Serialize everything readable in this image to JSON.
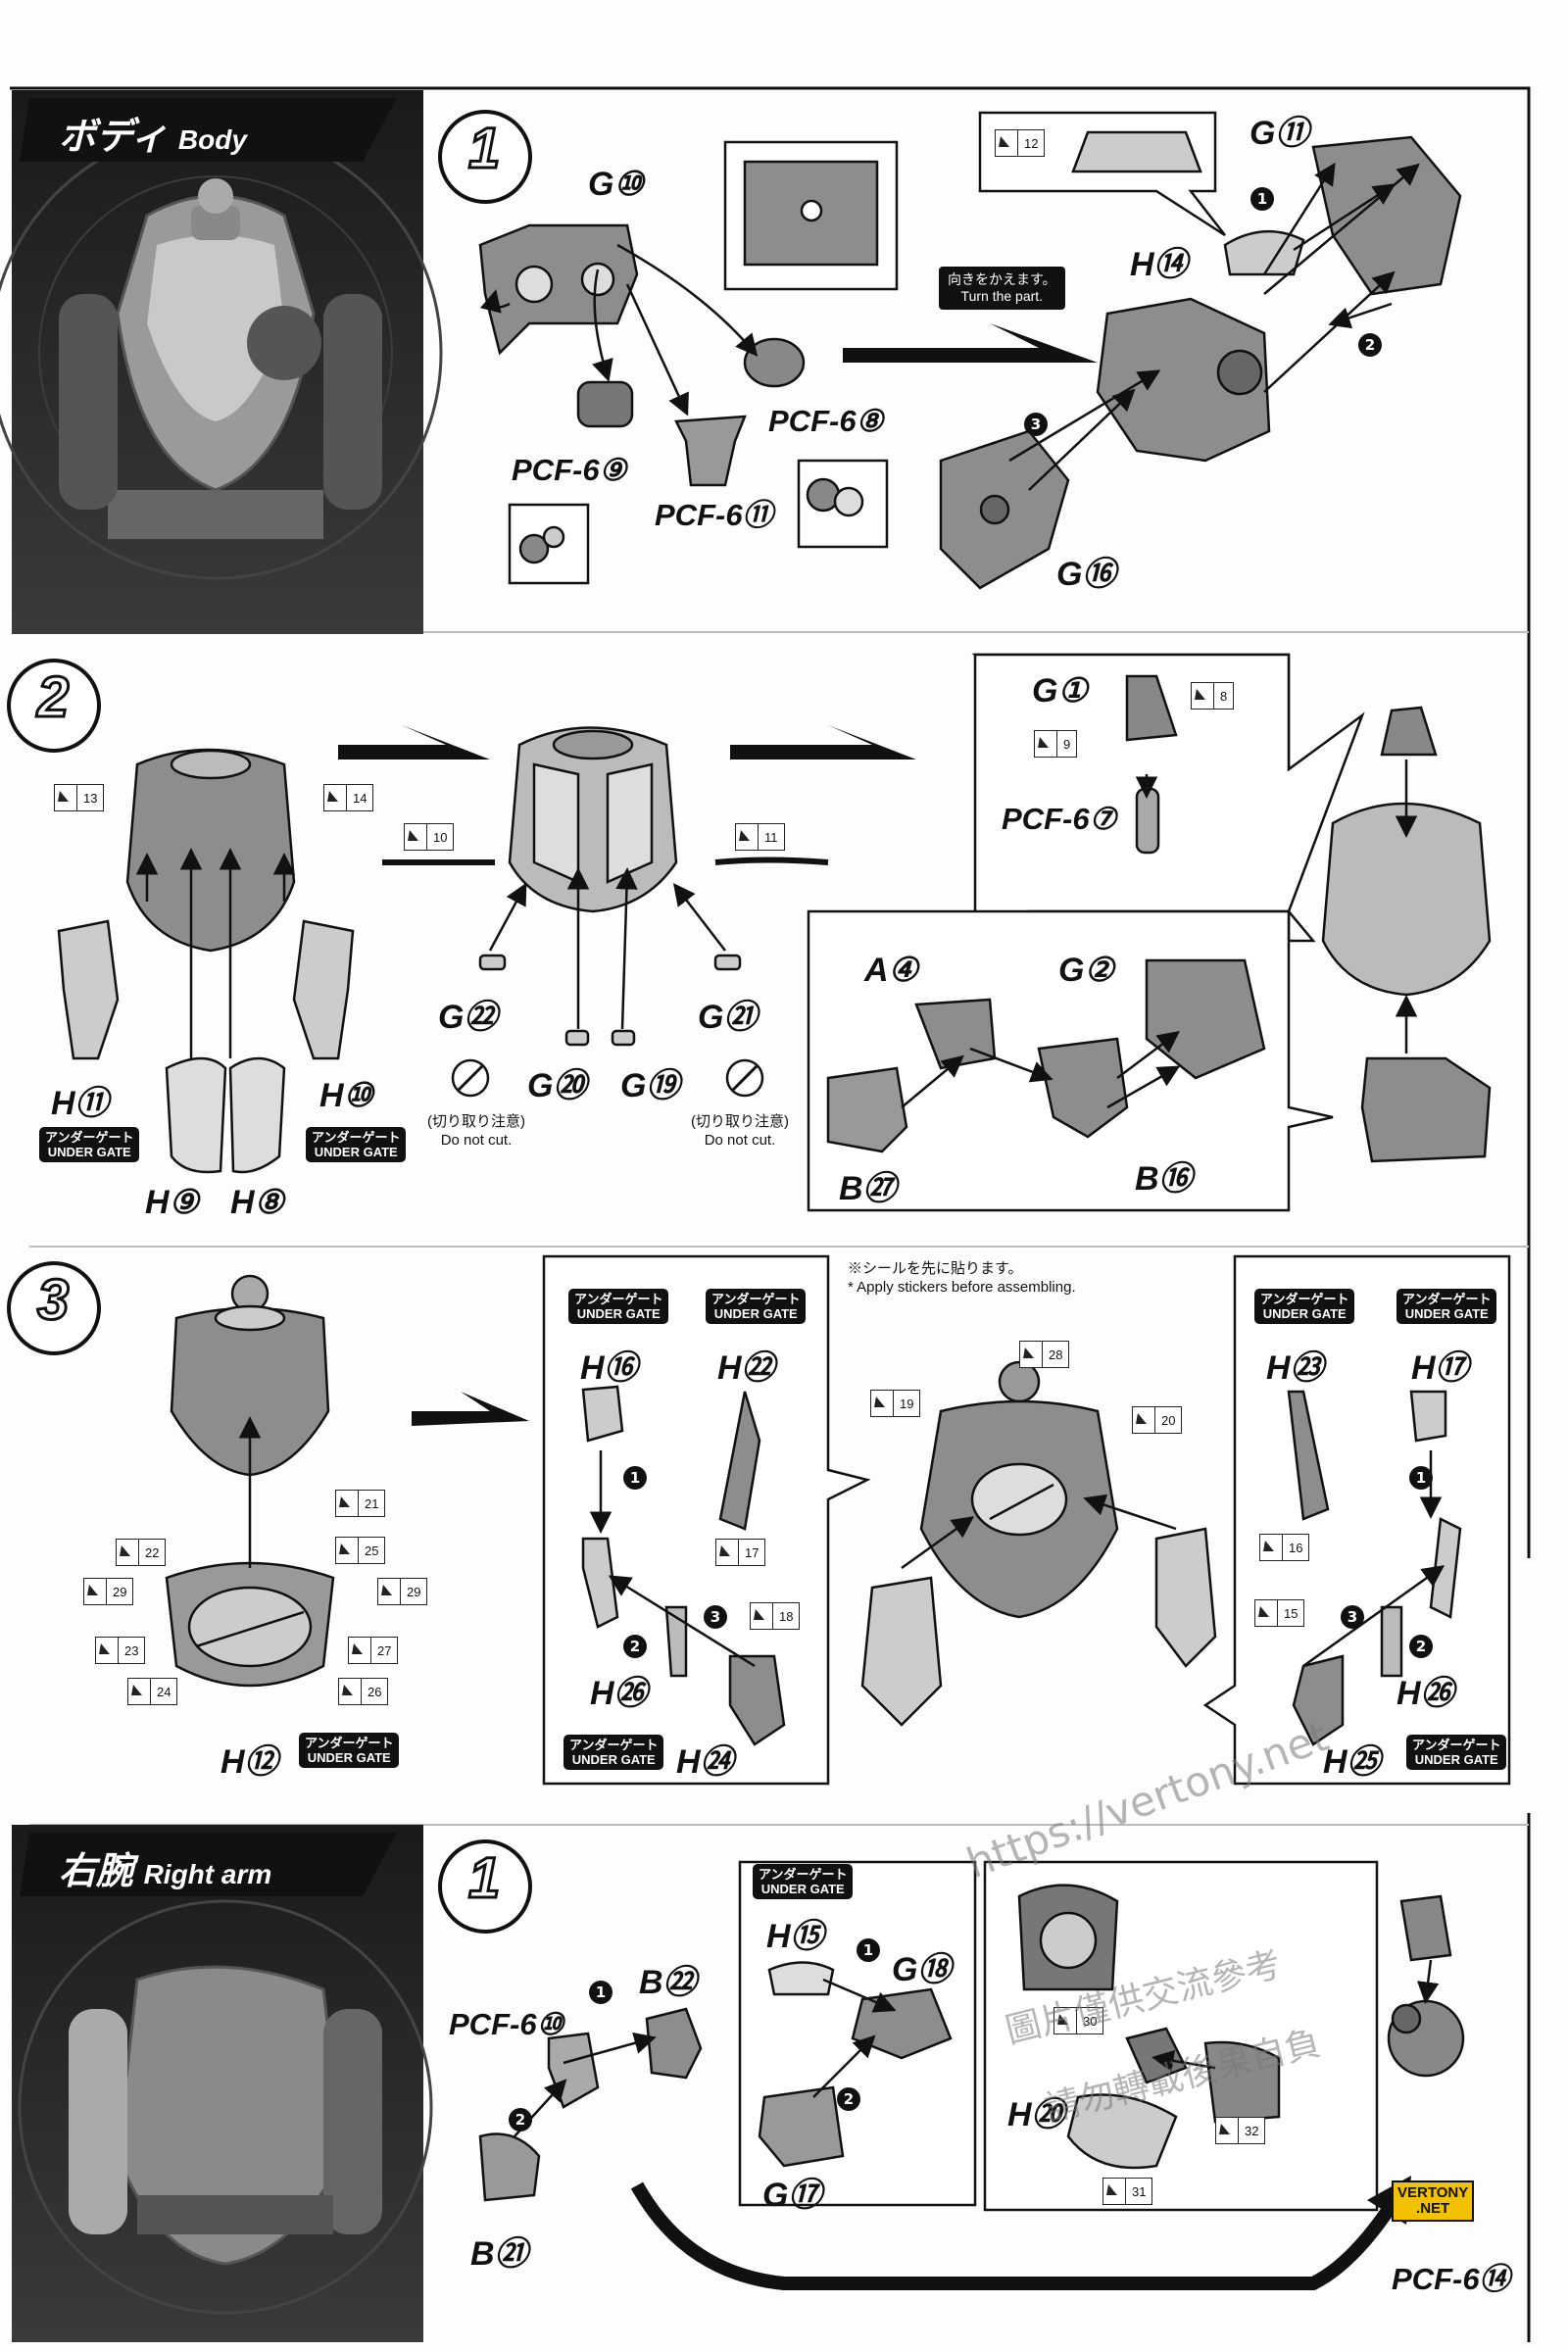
{
  "sections": {
    "body": {
      "title_ja": "ボディ",
      "title_en": "Body"
    },
    "right_arm": {
      "title_ja": "右腕",
      "title_en": "Right arm"
    }
  },
  "steps": {
    "s1": "1",
    "s2": "2",
    "s3": "3",
    "s4": "1"
  },
  "step1": {
    "parts": {
      "g10": "G⑩",
      "pcf6_9": "PCF-6⑨",
      "pcf6_11": "PCF-6⑪",
      "pcf6_8": "PCF-6⑧",
      "g11": "G⑪",
      "h14": "H⑭",
      "g16": "G⑯"
    },
    "turn_note_ja": "向きをかえます。",
    "turn_note_en": "Turn the part.",
    "stickers": [
      "12"
    ],
    "order": [
      "1",
      "2",
      "3"
    ]
  },
  "step2": {
    "parts": {
      "h11": "H⑪",
      "h10": "H⑩",
      "h9": "H⑨",
      "h8": "H⑧",
      "g22": "G㉒",
      "g20": "G⑳",
      "g19": "G⑲",
      "g21": "G㉑",
      "g1": "G①",
      "pcf6_7": "PCF-6⑦",
      "a4": "A④",
      "g2": "G②",
      "b27": "B㉗",
      "b16": "B⑯"
    },
    "stickers": [
      "13",
      "14",
      "10",
      "11",
      "8",
      "9"
    ],
    "do_not_cut_ja": "(切り取り注意)",
    "do_not_cut_en": "Do not cut.",
    "under_gate_ja": "アンダーゲート",
    "under_gate_en": "UNDER GATE"
  },
  "step3": {
    "note_ja": "※シールを先に貼ります。",
    "note_en": "* Apply stickers before assembling.",
    "parts": {
      "h12": "H⑫",
      "h16": "H⑯",
      "h22": "H㉒",
      "h26a": "H㉖",
      "h24": "H㉔",
      "h23": "H㉓",
      "h17": "H⑰",
      "h26b": "H㉖",
      "h25": "H㉕"
    },
    "stickers": [
      "21",
      "22",
      "25",
      "29",
      "29",
      "23",
      "27",
      "24",
      "26",
      "17",
      "18",
      "19",
      "28",
      "20",
      "16",
      "15"
    ]
  },
  "arm_step1": {
    "parts": {
      "b22": "B㉒",
      "pcf6_10": "PCF-6⑩",
      "b21": "B㉑",
      "h15": "H⑮",
      "g18": "G⑱",
      "g17": "G⑰",
      "h20": "H⑳",
      "pcf6_14": "PCF-6⑭"
    },
    "stickers": [
      "30",
      "32",
      "31"
    ]
  },
  "watermark": {
    "url": "https://vertony.net",
    "cn1": "圖片僅供交流參考",
    "cn2": "請勿轉載後果自負"
  },
  "badge": {
    "line1": "VERTONY",
    "line2": ".NET"
  }
}
